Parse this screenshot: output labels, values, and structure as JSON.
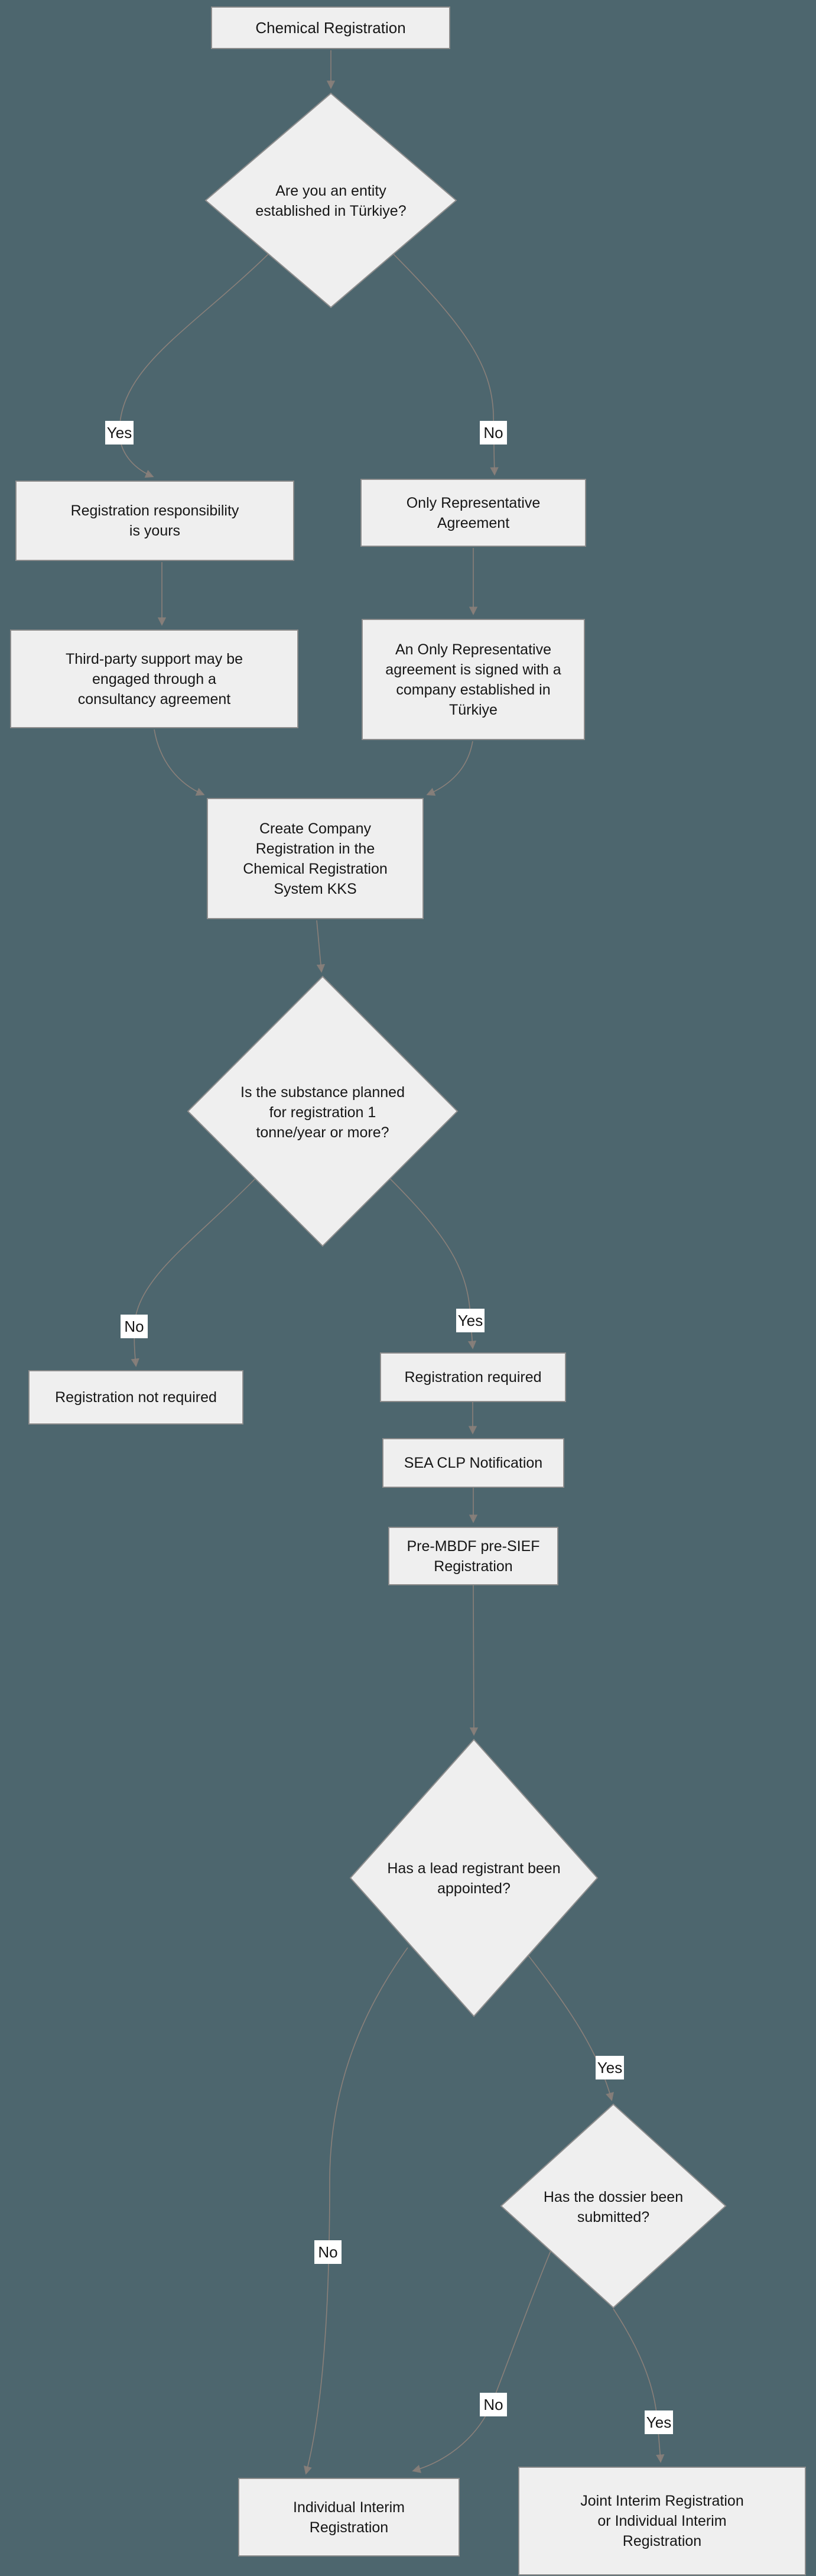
{
  "diagram_title": "Chemical Registration",
  "colors": {
    "background": "#4d666e",
    "node_fill": "#efefef",
    "node_border": "#8d8d8d",
    "edge_color": "#8a807a",
    "text_color": "#161616",
    "label_bg": "#ffffff"
  },
  "nodes": {
    "title": {
      "type": "box",
      "label": "Chemical Registration"
    },
    "q_entity": {
      "type": "decision",
      "label": "Are you an entity\nestablished in Türkiye?"
    },
    "resp_yours": {
      "type": "box",
      "label": "Registration responsibility\nis yours"
    },
    "only_rep": {
      "type": "box",
      "label": "Only Representative\nAgreement"
    },
    "third_party": {
      "type": "box",
      "label": "Third-party support may be\nengaged through a\nconsultancy agreement"
    },
    "or_signed": {
      "type": "box",
      "label": "An Only Representative\nagreement is signed with a\ncompany established in\nTürkiye"
    },
    "kks": {
      "type": "box",
      "label": "Create Company\nRegistration in the\nChemical Registration\nSystem KKS"
    },
    "q_tonnage": {
      "type": "decision",
      "label": "Is the substance planned\nfor registration 1\ntonne/year or more?"
    },
    "not_required": {
      "type": "box",
      "label": "Registration not required"
    },
    "required": {
      "type": "box",
      "label": "Registration required"
    },
    "sea_clp": {
      "type": "box",
      "label": "SEA CLP Notification"
    },
    "pre_mbdf": {
      "type": "box",
      "label": "Pre-MBDF pre-SIEF\nRegistration"
    },
    "q_lead": {
      "type": "decision",
      "label": "Has a lead registrant been\nappointed?"
    },
    "q_dossier": {
      "type": "decision",
      "label": "Has the dossier been\nsubmitted?"
    },
    "individual": {
      "type": "box",
      "label": "Individual Interim\nRegistration"
    },
    "joint": {
      "type": "box",
      "label": "Joint Interim Registration\nor Individual Interim\nRegistration"
    }
  },
  "edge_labels": {
    "yes1": "Yes",
    "no1": "No",
    "no2": "No",
    "yes2": "Yes",
    "yes3": "Yes",
    "no3": "No",
    "no4": "No",
    "yes4": "Yes"
  }
}
